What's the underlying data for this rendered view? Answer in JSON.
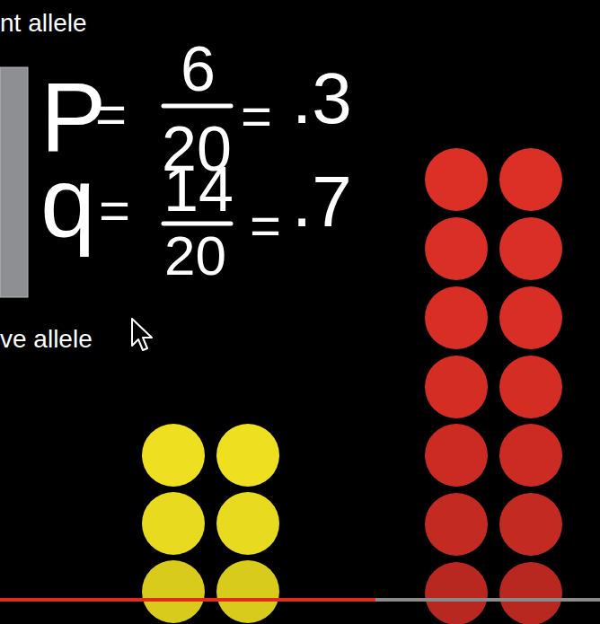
{
  "diagram": {
    "labels": [
      "nt allele",
      "ve allele",
      "P",
      "=",
      "6",
      "20",
      "=",
      ".3",
      "q",
      "=",
      "14",
      "20",
      "=",
      ".7"
    ]
  }
}
